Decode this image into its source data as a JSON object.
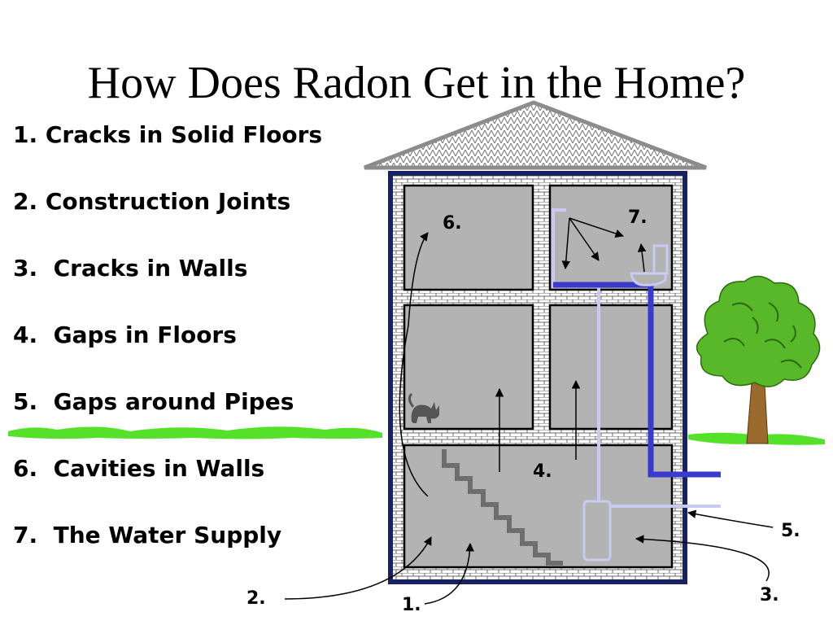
{
  "slide": {
    "title": "How Does Radon Get in the Home?"
  },
  "entry_points": [
    "1. Cracks in Solid Floors",
    "2. Construction Joints",
    "3.  Cracks in Walls",
    "4.  Gaps in Floors",
    "5.  Gaps around Pipes",
    "6.  Cavities in Walls",
    "7.  The Water Supply"
  ],
  "diagram": {
    "labels": [
      "1.",
      "2.",
      "3.",
      "4.",
      "5.",
      "6.",
      "7."
    ],
    "icons": {
      "cat": "cat-icon",
      "tree": "tree-icon",
      "toilet": "toilet-icon",
      "water_heater": "water-heater-icon",
      "stairs": "stairs-icon"
    },
    "colors": {
      "room_fill": "#b3b3b3",
      "wall_navy": "#1a2160",
      "cold_pipe": "#3a3acc",
      "hot_pipe": "#c9c9f2",
      "grass": "#55e02a",
      "tree_leaves": "#58b82a",
      "roof": "#8c8c8c"
    }
  }
}
